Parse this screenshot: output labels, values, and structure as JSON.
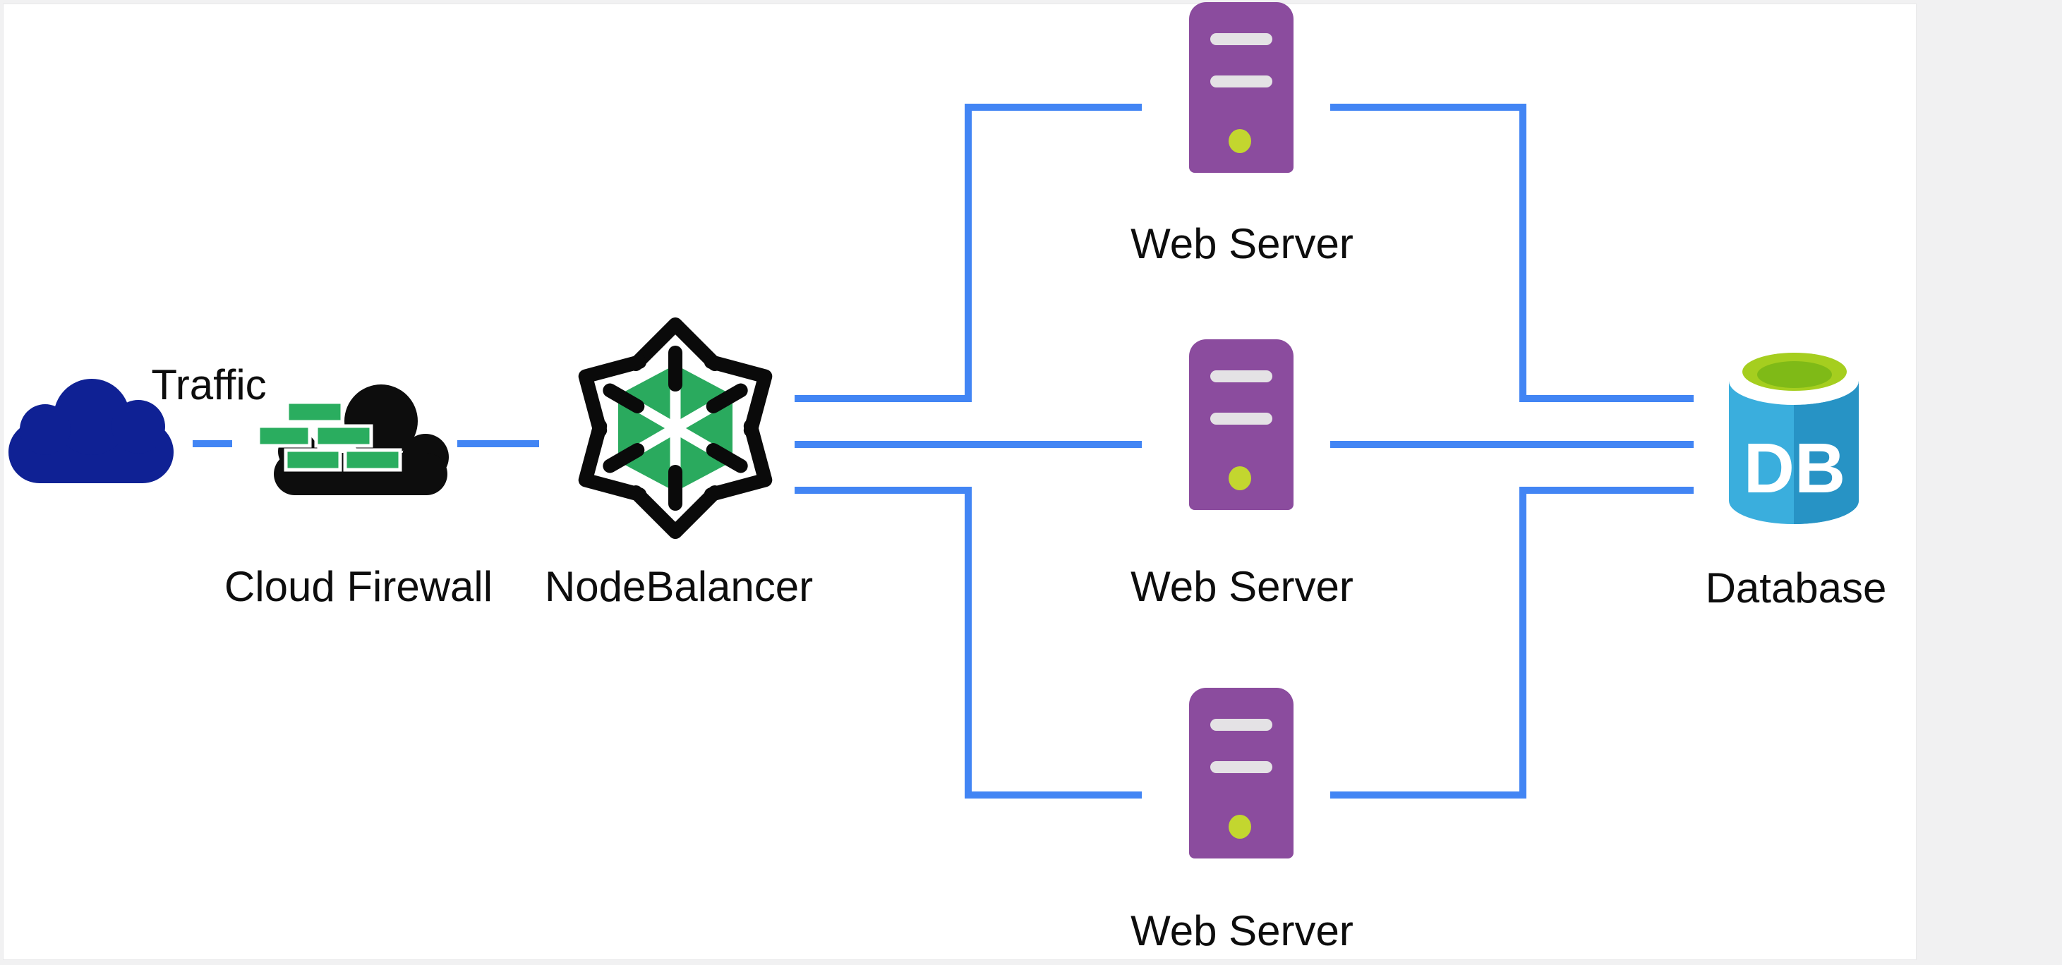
{
  "page": {
    "background": "#f1f1f2",
    "canvas_background": "#ffffff"
  },
  "colors": {
    "arrow": "#4285f4",
    "label": "#0d0d0d",
    "traffic_cloud": "#0f2194",
    "firewall_black": "#0d0d0d",
    "brick_green": "#2aad5f",
    "nb_green": "#2aaa5e",
    "nb_black": "#0a0a0a",
    "nb_spoke": "#ffffff",
    "server_purple": "#8b4c9e",
    "server_slot": "#e4e2e5",
    "server_led": "#c3d62f",
    "db_body": "#3aaedd",
    "db_body_shade": "#2793c5",
    "db_top": "#a5ce1f",
    "db_top_inner": "#7fba17",
    "db_badge_text": "#ffffff"
  },
  "nodes": {
    "traffic_cloud": {
      "label": "Traffic"
    },
    "cloud_firewall": {
      "label": "Cloud Firewall"
    },
    "nodebalancer": {
      "label": "NodeBalancer"
    },
    "web_server_top": {
      "label": "Web Server"
    },
    "web_server_middle": {
      "label": "Web Server"
    },
    "web_server_bottom": {
      "label": "Web Server"
    },
    "database": {
      "label": "Database",
      "badge": "DB"
    }
  },
  "edges": [
    {
      "from": "traffic-cloud",
      "to": "cloud-firewall",
      "style": "dashed",
      "direction": "none"
    },
    {
      "from": "cloud-firewall",
      "to": "nodebalancer",
      "style": "solid",
      "direction": "forward"
    },
    {
      "from": "nodebalancer",
      "to": "web-server-top",
      "style": "solid",
      "direction": "both"
    },
    {
      "from": "nodebalancer",
      "to": "web-server-middle",
      "style": "solid",
      "direction": "both"
    },
    {
      "from": "nodebalancer",
      "to": "web-server-bottom",
      "style": "solid",
      "direction": "both"
    },
    {
      "from": "web-server-top",
      "to": "database",
      "style": "solid",
      "direction": "both"
    },
    {
      "from": "web-server-middle",
      "to": "database",
      "style": "solid",
      "direction": "both"
    },
    {
      "from": "web-server-bottom",
      "to": "database",
      "style": "solid",
      "direction": "both"
    }
  ]
}
